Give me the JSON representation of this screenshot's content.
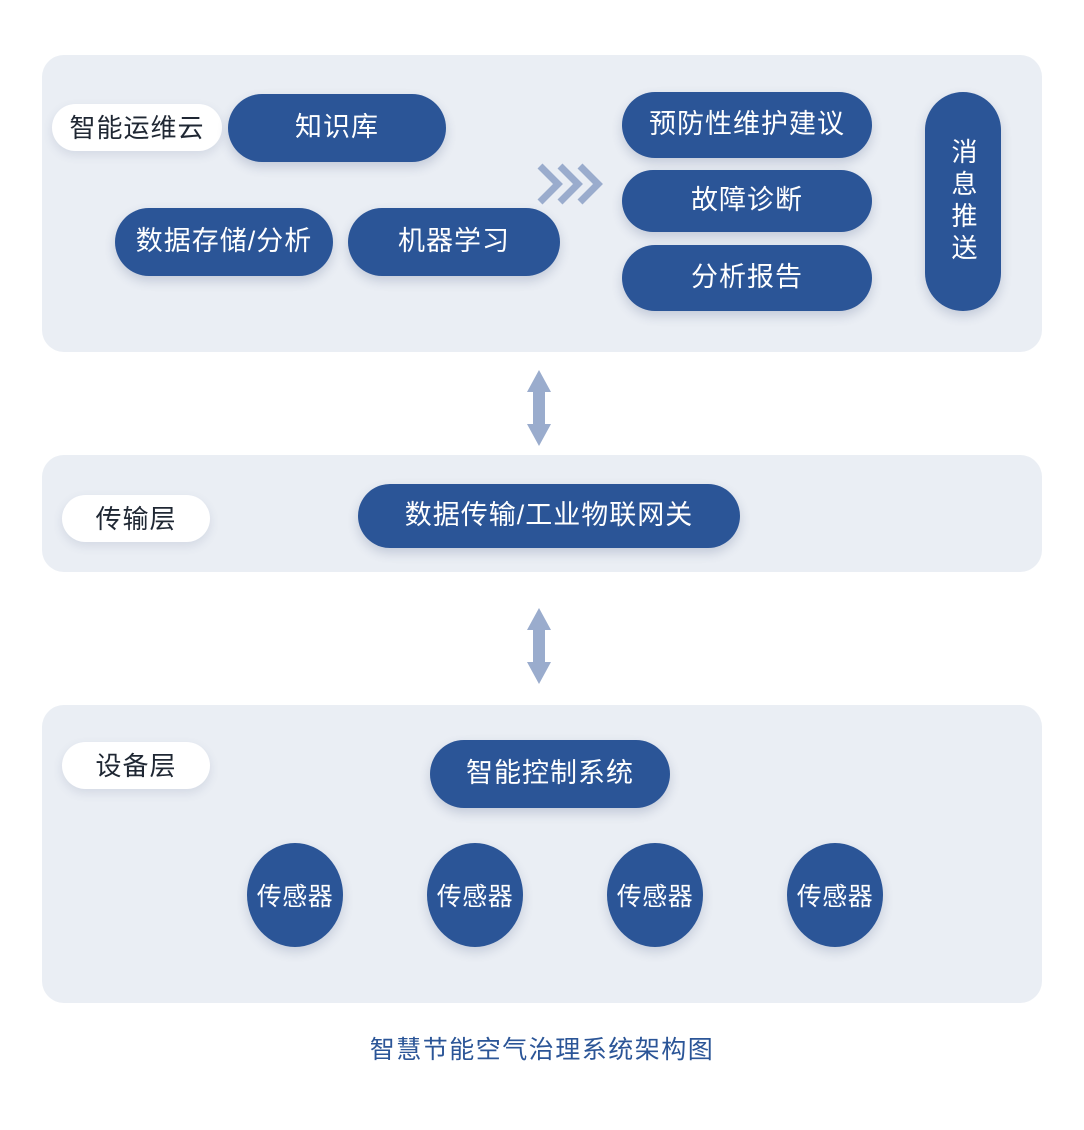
{
  "caption": "智慧节能空气治理系统架构图",
  "colors": {
    "pill_blue": "#2b5597",
    "panel_background": "#eaeef4",
    "page_background": "#ffffff",
    "arrow_gray_blue": "#9aaccd",
    "chevron_gray_blue": "#9aaccd",
    "caption_text": "#2b5597",
    "tag_text": "#1f2733",
    "tag_background": "#ffffff"
  },
  "layers": [
    {
      "id": "cloud",
      "tag": "智能运维云",
      "nodes": [
        {
          "id": "knowledge",
          "label": "知识库"
        },
        {
          "id": "storage",
          "label": "数据存储/分析"
        },
        {
          "id": "ml",
          "label": "机器学习"
        },
        {
          "id": "maintenance",
          "label": "预防性维护建议"
        },
        {
          "id": "fault",
          "label": "故障诊断"
        },
        {
          "id": "report",
          "label": "分析报告"
        },
        {
          "id": "push",
          "label": "消息推送",
          "orientation": "vertical"
        }
      ]
    },
    {
      "id": "transport",
      "tag": "传输层",
      "nodes": [
        {
          "id": "gateway",
          "label": "数据传输/工业物联网关"
        }
      ]
    },
    {
      "id": "device",
      "tag": "设备层",
      "nodes": [
        {
          "id": "control",
          "label": "智能控制系统"
        },
        {
          "id": "sensor1",
          "label": "传感器"
        },
        {
          "id": "sensor2",
          "label": "传感器"
        },
        {
          "id": "sensor3",
          "label": "传感器"
        },
        {
          "id": "sensor4",
          "label": "传感器"
        }
      ]
    }
  ],
  "connectors": [
    {
      "id": "flow-chevrons",
      "icon": "triple-chevron-right-icon"
    },
    {
      "id": "cloud-transport-link",
      "icon": "double-arrow-vertical-icon"
    },
    {
      "id": "transport-device-link",
      "icon": "double-arrow-vertical-icon"
    }
  ]
}
